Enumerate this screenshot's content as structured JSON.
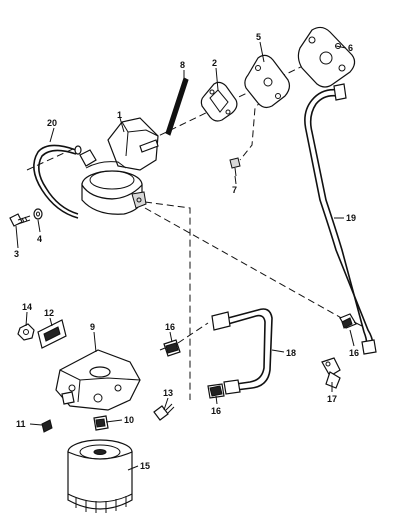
{
  "callouts": {
    "c1": "1",
    "c2": "2",
    "c3": "3",
    "c4": "4",
    "c5": "5",
    "c6": "6",
    "c7": "7",
    "c8": "8",
    "c9": "9",
    "c10": "10",
    "c11": "11",
    "c12": "12",
    "c13": "13",
    "c14": "14",
    "c15": "15",
    "c16a": "16",
    "c16b": "16",
    "c16c": "16",
    "c17": "17",
    "c18": "18",
    "c19": "19",
    "c20": "20"
  }
}
